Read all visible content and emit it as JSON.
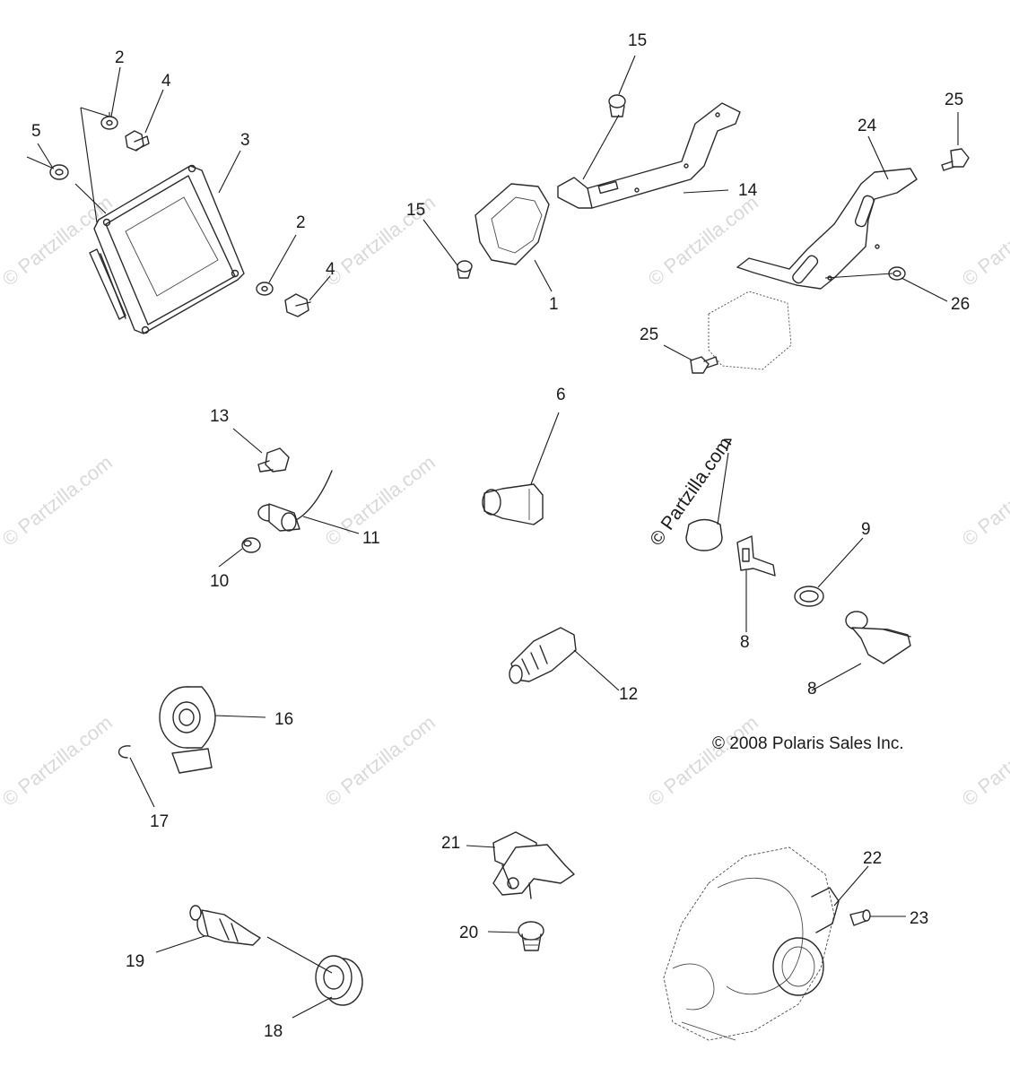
{
  "watermark_text": "© Partzilla.com",
  "copyright": "© 2008 Polaris Sales Inc.",
  "callouts": {
    "c1": "1",
    "c2a": "2",
    "c2b": "2",
    "c3": "3",
    "c4a": "4",
    "c4b": "4",
    "c5": "5",
    "c6": "6",
    "c7": "7",
    "c8a": "8",
    "c8b": "8",
    "c9": "9",
    "c10": "10",
    "c11": "11",
    "c12": "12",
    "c13": "13",
    "c14": "14",
    "c15a": "15",
    "c15b": "15",
    "c16": "16",
    "c17": "17",
    "c18": "18",
    "c19": "19",
    "c20": "20",
    "c21": "21",
    "c22": "22",
    "c23": "23",
    "c24": "24",
    "c25a": "25",
    "c25b": "25",
    "c26": "26"
  }
}
